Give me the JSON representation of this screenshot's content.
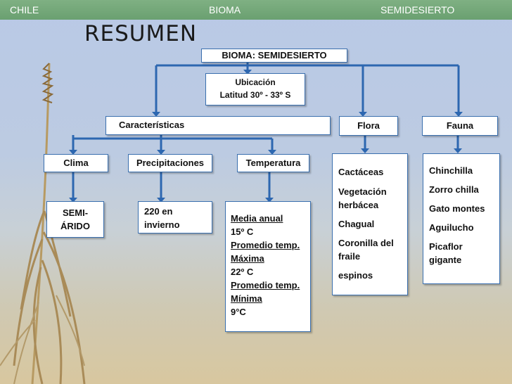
{
  "header": {
    "left": "CHILE",
    "center": "BIOMA",
    "right": "SEMIDESIERTO"
  },
  "title": "RESUMEN",
  "root": "BIOMA: SEMIDESIERTO",
  "location": {
    "line1": "Ubicación",
    "line2": "Latitud 30º - 33º S"
  },
  "branches": {
    "characteristics": "Características",
    "flora": "Flora",
    "fauna": "Fauna"
  },
  "sub": {
    "climate": "Clima",
    "precip": "Precipitaciones",
    "temp": "Temperatura"
  },
  "climate_value": {
    "line1": "SEMI-",
    "line2": "ÁRIDO"
  },
  "precip_value": {
    "line1": "220 en",
    "line2": "invierno"
  },
  "temp_value": {
    "l1": "Media anual",
    "l2": "15º C",
    "l3": "Promedio temp.",
    "l4": "Máxima",
    "l5": "22º C",
    "l6": "Promedio temp.",
    "l7": "Mínima",
    "l8": "9°C"
  },
  "flora_items": [
    "Cactáceas",
    "Vegetación herbácea",
    "Chagual",
    "Coronilla del fraile",
    "espinos"
  ],
  "fauna_items": [
    "Chinchilla",
    "Zorro chilla",
    "Gato montes",
    "Aguilucho",
    "Picaflor gigante"
  ],
  "colors": {
    "connector": "#2d67b0",
    "header_bar": "#72a677",
    "box_border": "#3a6fae"
  }
}
